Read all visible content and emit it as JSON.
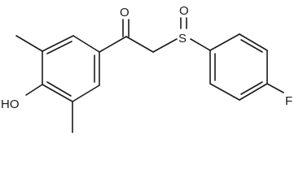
{
  "atoms": {
    "carbonyl_oxygen": "O",
    "sulfur": "S",
    "sulfoxide_oxygen": "O",
    "hydroxyl": "HO",
    "fluorine": "F"
  }
}
